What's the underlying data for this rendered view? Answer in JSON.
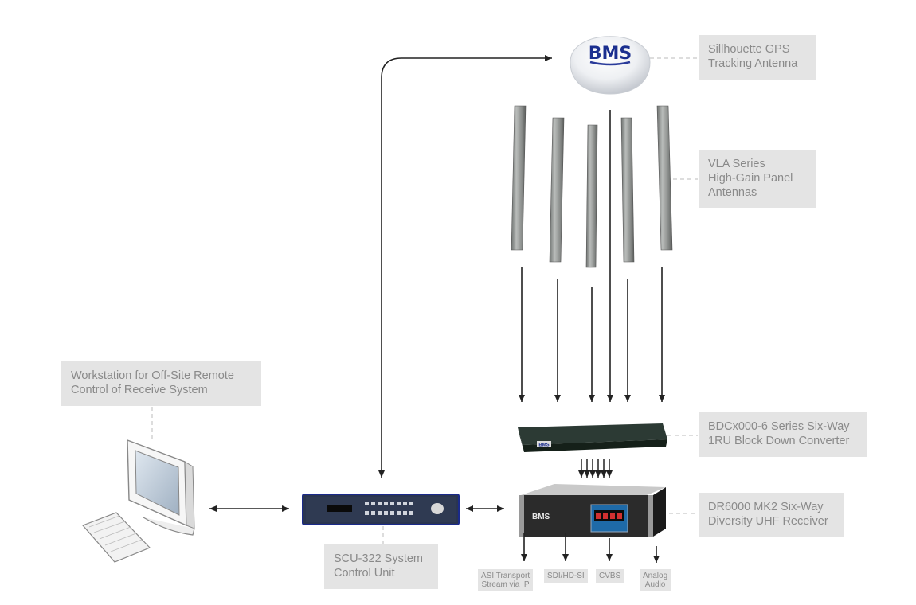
{
  "brand_text": "BMS",
  "labels": {
    "gps": {
      "line1": "Sillhouette GPS",
      "line2": "Tracking Antenna"
    },
    "vla": {
      "line1": "VLA Series",
      "line2": "High-Gain Panel",
      "line3": "Antennas"
    },
    "workstation": {
      "line1": "Workstation for Off-Site Remote",
      "line2": "Control of Receive System"
    },
    "bdc": {
      "line1": "BDCx000-6 Series Six-Way",
      "line2": "1RU Block Down Converter"
    },
    "dr6000": {
      "line1": "DR6000 MK2 Six-Way",
      "line2": "Diversity UHF Receiver"
    },
    "scu": {
      "line1": "SCU-322 System",
      "line2": "Control Unit"
    }
  },
  "outputs": [
    {
      "line1": "ASI Transport",
      "line2": "Stream via IP"
    },
    {
      "line1": "SDI/HD-SI",
      "line2": ""
    },
    {
      "line1": "CVBS",
      "line2": ""
    },
    {
      "line1": "Analog",
      "line2": "Audio"
    }
  ],
  "colors": {
    "label_bg": "#e4e4e4",
    "label_text": "#8a8a8a",
    "connector": "#222222",
    "leader_dash": "#dddddd",
    "bms_blue": "#1b2f8f"
  },
  "icons": [
    "gps-dome-icon",
    "panel-antenna-icon",
    "computer-icon",
    "keyboard-icon",
    "rack-unit-icon"
  ]
}
